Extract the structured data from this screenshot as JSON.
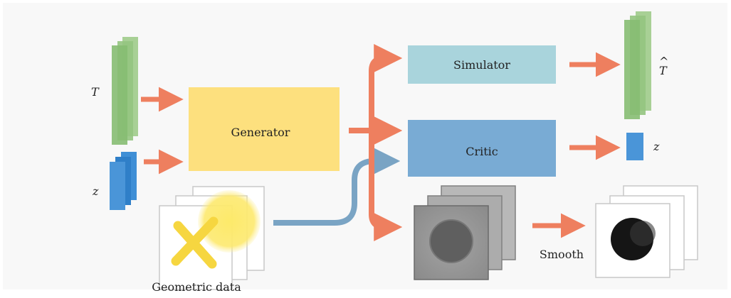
{
  "diagram": {
    "inputs": {
      "t_label": "T",
      "z_label": "z"
    },
    "blocks": {
      "generator": "Generator",
      "simulator": "Simulator",
      "critic": "Critic"
    },
    "outputs": {
      "t_hat_label": "T",
      "z_label": "z",
      "smooth_label": "Smooth"
    },
    "geometric_label": "Geometric data",
    "colors": {
      "arrow_orange": "#ee7f5f",
      "arrow_blue": "#7aa4c4",
      "green_stack": "#8fc07a",
      "blue_stack": "#4a8fcf",
      "generator_fill": "#fde07e",
      "simulator_fill": "#a9d4dc",
      "critic_fill": "#79abd4",
      "background": "#f8f8f8"
    }
  }
}
